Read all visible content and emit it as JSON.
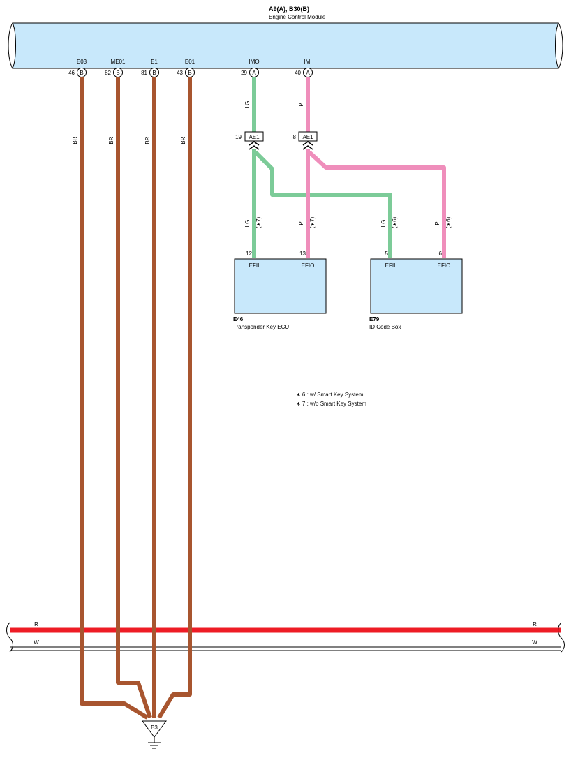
{
  "ecm": {
    "connector_ids": "A9(A), B30(B)",
    "name": "Engine Control Module",
    "pins": [
      {
        "label": "E03",
        "num": "46",
        "conn": "B"
      },
      {
        "label": "ME01",
        "num": "82",
        "conn": "B"
      },
      {
        "label": "E1",
        "num": "81",
        "conn": "B"
      },
      {
        "label": "E01",
        "num": "43",
        "conn": "B"
      },
      {
        "label": "IMO",
        "num": "29",
        "conn": "A"
      },
      {
        "label": "IMI",
        "num": "40",
        "conn": "A"
      }
    ]
  },
  "wires": {
    "brown_code": "BR",
    "lg_code": "LG",
    "p_code": "P"
  },
  "junction": {
    "label": "AE1",
    "left_num": "19",
    "right_num": "8"
  },
  "notes": {
    "star6": "(∗6)",
    "star7": "(∗7)",
    "legend6": "∗ 6 : w/ Smart Key System",
    "legend7": "∗ 7 : w/o Smart Key System"
  },
  "e46": {
    "code": "E46",
    "name": "Transponder Key ECU",
    "pin_left_num": "12",
    "pin_right_num": "13",
    "pin_left_label": "EFII",
    "pin_right_label": "EFIO"
  },
  "e79": {
    "code": "E79",
    "name": "ID Code Box",
    "pin_left_num": "5",
    "pin_right_num": "6",
    "pin_left_label": "EFII",
    "pin_right_label": "EFIO"
  },
  "bus": {
    "r_label": "R",
    "w_label": "W"
  },
  "ground": {
    "label": "B3"
  },
  "colors": {
    "module_fill": "#c8e8fb",
    "brown": "#a8552f",
    "green": "#7ccb98",
    "pink": "#ef8ebb",
    "red": "#ee1c25"
  }
}
